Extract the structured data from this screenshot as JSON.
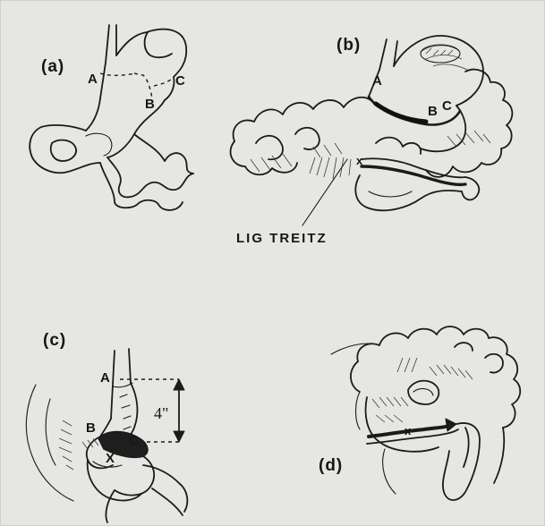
{
  "panels": {
    "a": {
      "label": "(a)",
      "points": {
        "A": "A",
        "B": "B",
        "C": "C"
      }
    },
    "b": {
      "label": "(b)",
      "points": {
        "A": "A",
        "B": "B",
        "C": "C",
        "X": "x"
      },
      "annotation": "LIG  TREITZ"
    },
    "c": {
      "label": "(c)",
      "points": {
        "A": "A",
        "B": "B",
        "C": "C",
        "X": "X"
      },
      "measurement": "4\""
    },
    "d": {
      "label": "(d)",
      "points": {
        "X": "x"
      }
    }
  },
  "colors": {
    "ink": "#1b1b1b",
    "paper": "#e6e6e3"
  }
}
